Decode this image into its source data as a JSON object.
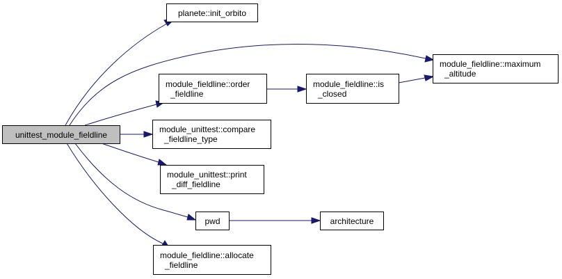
{
  "graph": {
    "root": {
      "label": "unittest_module_fieldline"
    },
    "nodes": {
      "init_orbito": {
        "line1": "planete::init_orbito",
        "line2": ""
      },
      "maximum_altitude": {
        "line1": "module_fieldline::maximum",
        "line2": "_altitude"
      },
      "order_fieldline": {
        "line1": "module_fieldline::order",
        "line2": "_fieldline"
      },
      "is_closed": {
        "line1": "module_fieldline::is",
        "line2": "_closed"
      },
      "compare_fieldline_type": {
        "line1": "module_unittest::compare",
        "line2": "_fieldline_type"
      },
      "print_diff_fieldline": {
        "line1": "module_unittest::print",
        "line2": "_diff_fieldline"
      },
      "pwd": {
        "line1": "pwd",
        "line2": ""
      },
      "architecture": {
        "line1": "architecture",
        "line2": ""
      },
      "allocate_fieldline": {
        "line1": "module_fieldline::allocate",
        "line2": "_fieldline"
      }
    },
    "edges": [
      {
        "from": "unittest_module_fieldline",
        "to": "planete::init_orbito"
      },
      {
        "from": "unittest_module_fieldline",
        "to": "module_fieldline::maximum_altitude"
      },
      {
        "from": "unittest_module_fieldline",
        "to": "module_fieldline::order_fieldline"
      },
      {
        "from": "unittest_module_fieldline",
        "to": "module_unittest::compare_fieldline_type"
      },
      {
        "from": "unittest_module_fieldline",
        "to": "module_unittest::print_diff_fieldline"
      },
      {
        "from": "unittest_module_fieldline",
        "to": "pwd"
      },
      {
        "from": "unittest_module_fieldline",
        "to": "module_fieldline::allocate_fieldline"
      },
      {
        "from": "module_fieldline::order_fieldline",
        "to": "module_fieldline::is_closed"
      },
      {
        "from": "module_fieldline::is_closed",
        "to": "module_fieldline::maximum_altitude"
      },
      {
        "from": "pwd",
        "to": "architecture"
      }
    ],
    "colors": {
      "edge": "#191970",
      "root_fill": "#bfbfbf",
      "node_fill": "#ffffff",
      "border": "#000000"
    }
  }
}
